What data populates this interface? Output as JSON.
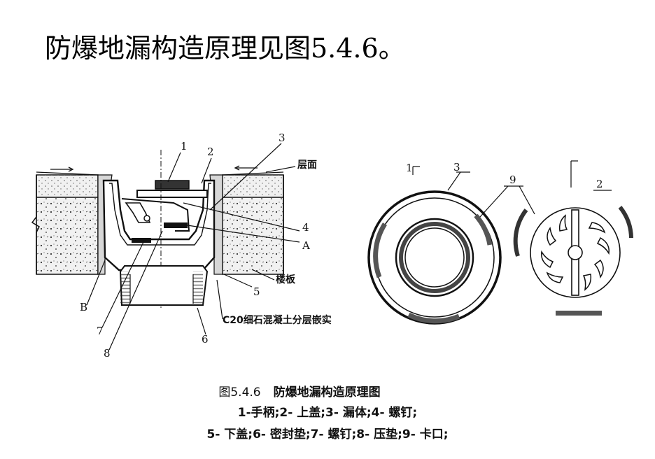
{
  "title": "防爆地漏构造原理见图5.4.6。",
  "figure": {
    "caption_number": "图5.4.6",
    "caption_title": "防爆地漏构造原理图",
    "legend_line1": "1-手柄;2- 上盖;3- 漏体;4- 螺钉;",
    "legend_line2": "5- 下盖;6- 密封垫;7- 螺钉;8- 压垫;9- 卡口;",
    "section_labels": {
      "n1": "1",
      "n2": "2",
      "n3": "3",
      "n4": "4",
      "n5": "5",
      "n6": "6",
      "n7": "7",
      "n8": "8",
      "A": "A",
      "B": "B",
      "floor_surface": "层面",
      "floor_slab": "楼板",
      "concrete_note": "C20细石混凝土分层嵌实"
    },
    "plan_labels": {
      "n1": "1",
      "n3": "3",
      "n9": "9",
      "n2": "2"
    }
  }
}
